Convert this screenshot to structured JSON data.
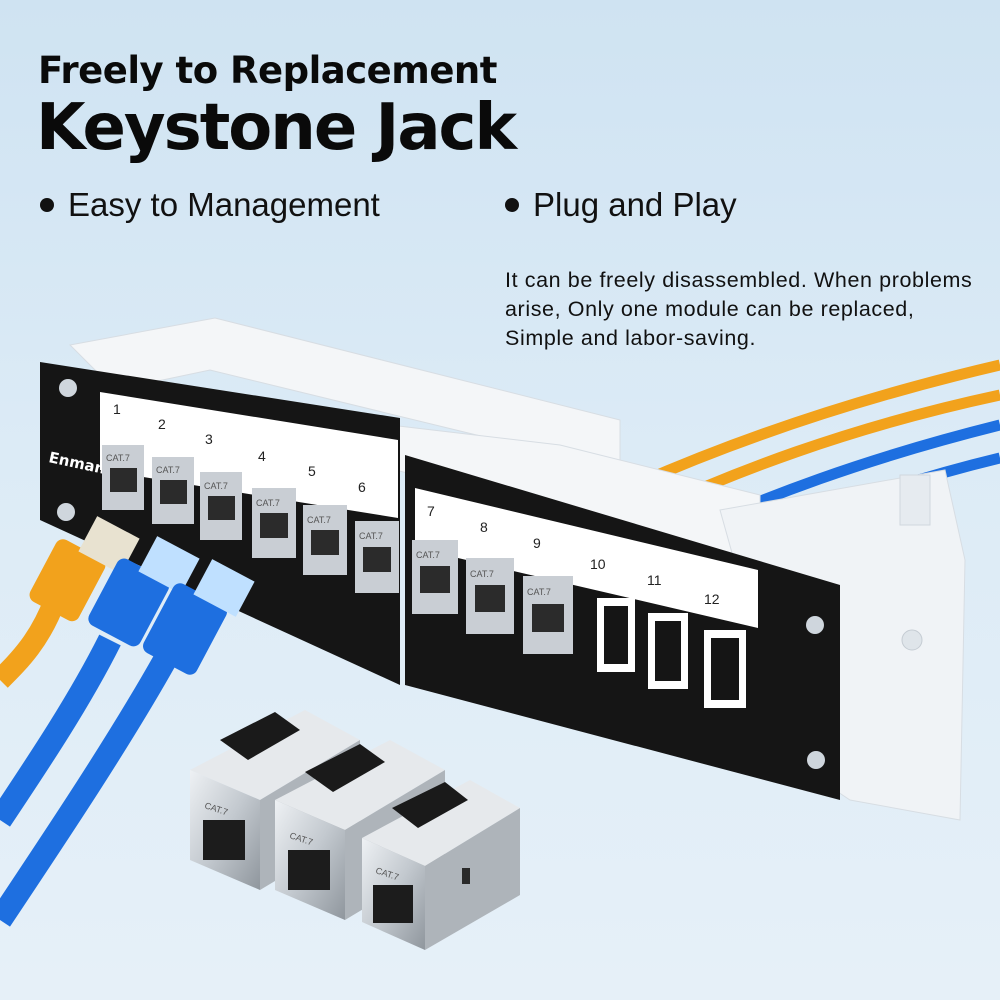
{
  "headline": {
    "line1": "Freely to Replacement",
    "line2": "Keystone Jack"
  },
  "bullets": [
    {
      "text": "Easy to Management"
    },
    {
      "text": "Plug and Play"
    }
  ],
  "description": "It can be freely disassembled. When problems arise, Only one module can be replaced, Simple and labor-saving.",
  "product": {
    "brand": "Enmane",
    "port_numbers": [
      "1",
      "2",
      "3",
      "4",
      "5",
      "6",
      "7",
      "8",
      "9",
      "10",
      "11",
      "12"
    ],
    "jack_label": "CAT.7",
    "colors": {
      "panel": "#151515",
      "bracket": "#f4f6f8",
      "cable_yellow": "#f2a21c",
      "cable_blue": "#1e6fe0",
      "jack_metal": "#c9ced4"
    }
  }
}
